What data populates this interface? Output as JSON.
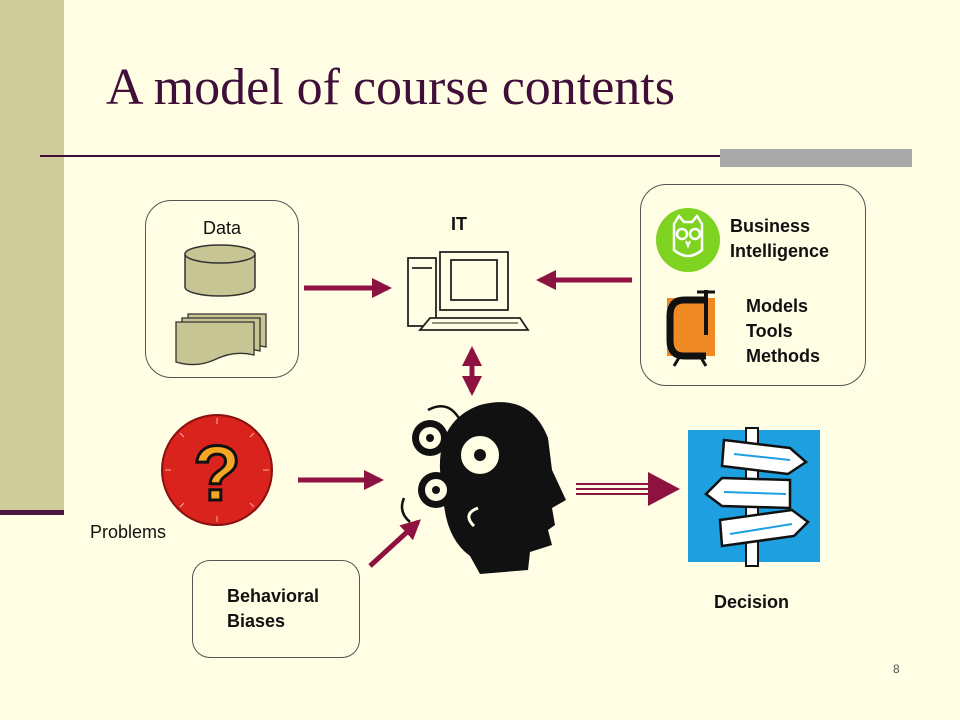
{
  "slide": {
    "title": "A model of course contents",
    "page_number": "8"
  },
  "nodes": {
    "data": {
      "label": "Data"
    },
    "it": {
      "label": "IT"
    },
    "bi": {
      "line1": "Business",
      "line2": "Intelligence"
    },
    "mtm": {
      "line1": "Models",
      "line2": "Tools",
      "line3": "Methods"
    },
    "problems": {
      "label": "Problems"
    },
    "biases": {
      "line1": "Behavioral",
      "line2": "Biases"
    },
    "decision": {
      "label": "Decision"
    }
  },
  "colors": {
    "title": "#3f0f3a",
    "arrow": "#8e1240",
    "background": "#fffde4",
    "sidebar": "#cfcd9b",
    "owl": "#7ed321",
    "question": "#d9231c",
    "signpost": "#1ea0e0",
    "clamp": "#f08a24"
  },
  "icons": [
    "database-icon",
    "documents-icon",
    "computer-icon",
    "owl-icon",
    "clamp-icon",
    "question-icon",
    "head-gears-icon",
    "signpost-icon"
  ]
}
